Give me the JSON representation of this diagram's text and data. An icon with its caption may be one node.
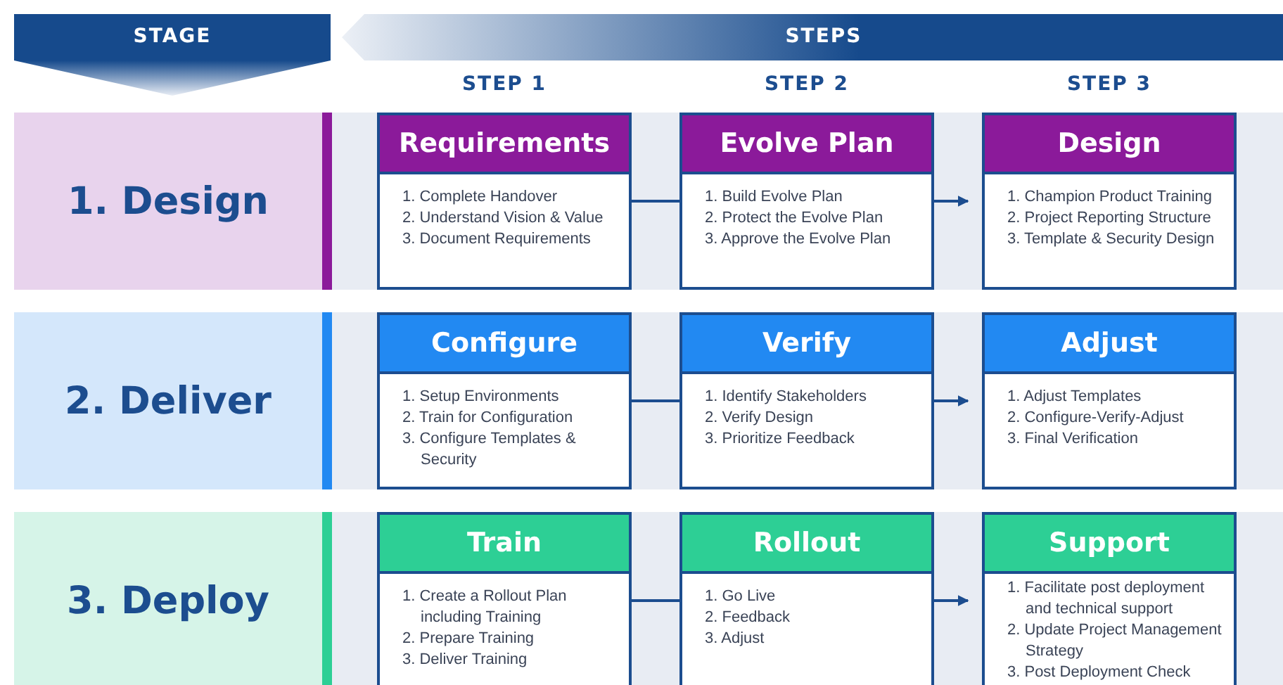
{
  "diagram": {
    "nodes": [
      {
        "text": [
          "STAGE"
        ]
      },
      {
        "text": [
          "STEPS"
        ]
      },
      {
        "text": [
          "1. Design"
        ]
      },
      {
        "text": [
          "Requirements",
          "1. Complete Handover",
          "2. Understand Vision & Value",
          "3. Document Requirements"
        ]
      },
      {
        "text": [
          "Evolve Plan",
          "1. Build Evolve Plan",
          "2. Protect the Evolve Plan",
          "3. Approve the Evolve Plan"
        ]
      },
      {
        "text": [
          "Design",
          "1. Champion Product Training",
          "2. Project Reporting Structure",
          "3. Template & Security Design"
        ]
      },
      {
        "text": [
          "2. Deliver"
        ]
      },
      {
        "text": [
          "Configure",
          "1. Setup Environments",
          "2. Train for Configuration",
          "3. Configure Templates & Security"
        ]
      },
      {
        "text": [
          "Verify",
          "1. Identify Stakeholders",
          "2. Verify Design",
          "3. Prioritize Feedback"
        ]
      },
      {
        "text": [
          "Adjust",
          "1. Adjust Templates",
          "2. Configure-Verify-Adjust",
          "3. Final Verification"
        ]
      },
      {
        "text": [
          "3. Deploy"
        ]
      },
      {
        "text": [
          "Train",
          "1. Create a Rollout Plan including Training",
          "2. Prepare Training",
          "3. Deliver Training"
        ]
      },
      {
        "text": [
          "Rollout",
          "1. Go Live",
          "2. Feedback",
          "3. Adjust"
        ]
      },
      {
        "text": [
          "Support",
          "1. Facilitate post deployment and technical support",
          "2. Update Project Management Strategy",
          "3. Post Deployment Check"
        ]
      }
    ],
    "edges": [
      {
        "from": 3,
        "to": 4,
        "arrow": "none"
      },
      {
        "from": 4,
        "to": 5,
        "arrow": "to"
      },
      {
        "from": 7,
        "to": 8,
        "arrow": "none"
      },
      {
        "from": 8,
        "to": 9,
        "arrow": "to"
      },
      {
        "from": 11,
        "to": 12,
        "arrow": "none"
      },
      {
        "from": 12,
        "to": 13,
        "arrow": "to"
      }
    ],
    "labels": [
      "STEP 1",
      "STEP 2",
      "STEP 3"
    ]
  }
}
